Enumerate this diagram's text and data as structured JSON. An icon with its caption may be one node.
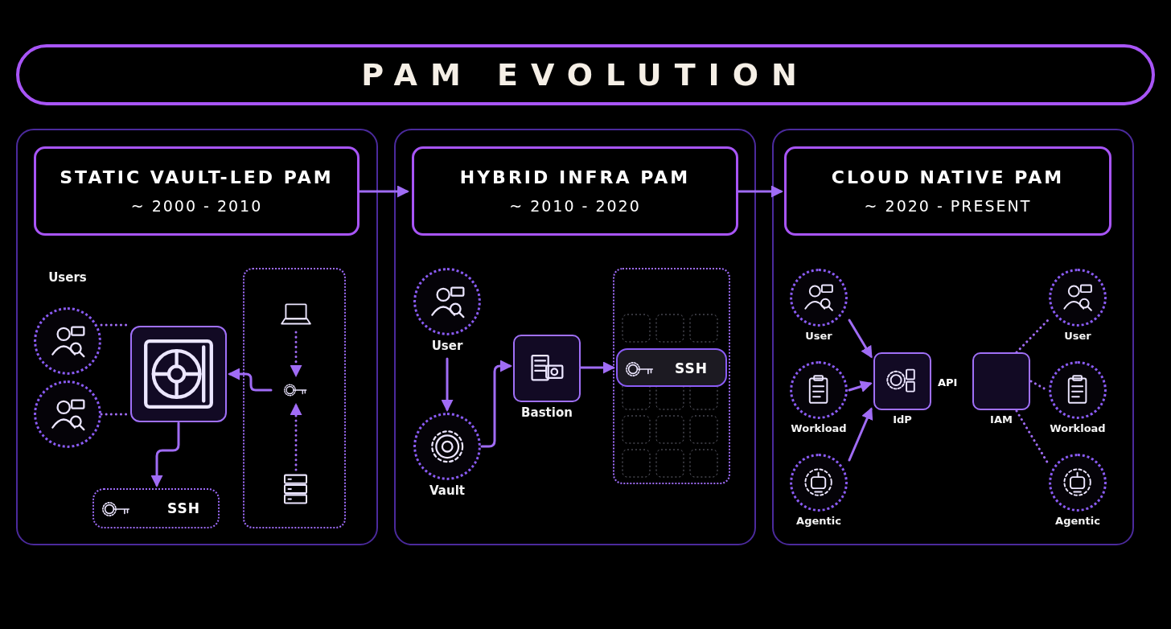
{
  "diagram": {
    "title": "PAM EVOLUTION",
    "nodes": [
      {
        "text": [],
        "shape": "box"
      },
      {
        "text": [
          "STATIC VAULT-LED PAM",
          "~ 2000 - 2010"
        ],
        "in": 0
      },
      {
        "text": [
          "Users"
        ],
        "in": 0
      },
      {
        "text": [],
        "shape": "circle",
        "in": 0
      },
      {
        "text": [],
        "shape": "box",
        "in": 0
      },
      {
        "text": [],
        "shape": "box",
        "in": 0
      },
      {
        "text": [],
        "shape": "laptop",
        "in": 5
      },
      {
        "text": [],
        "shape": "key",
        "in": 5
      },
      {
        "text": [],
        "shape": "server",
        "in": 5
      },
      {
        "text": [
          "SSH"
        ],
        "in": 0
      },
      {
        "text": [],
        "shape": "box"
      },
      {
        "text": [
          "HYBRID INFRA PAM",
          "~ 2010 - 2020"
        ],
        "in": 10
      },
      {
        "text": [
          "User"
        ],
        "in": 10
      },
      {
        "text": [
          "Vault"
        ],
        "in": 10
      },
      {
        "text": [
          "Bastion"
        ],
        "in": 10
      },
      {
        "text": [],
        "shape": "box",
        "in": 10
      },
      {
        "text": [
          "SSH"
        ],
        "in": 15
      },
      {
        "text": [],
        "shape": "box"
      },
      {
        "text": [
          "CLOUD NATIVE PAM",
          "~ 2020 - PRESENT"
        ],
        "in": 17
      },
      {
        "text": [
          "User"
        ],
        "in": 17
      },
      {
        "text": [
          "Workload"
        ],
        "in": 17
      },
      {
        "text": [
          "Agentic"
        ],
        "in": 17
      },
      {
        "text": [
          "IdP"
        ],
        "in": 17
      },
      {
        "text": [
          "IAM"
        ],
        "in": 17
      },
      {
        "text": [
          "User"
        ],
        "in": 17
      },
      {
        "text": [
          "Workload"
        ],
        "in": 17
      },
      {
        "text": [
          "Agentic"
        ],
        "in": 17
      }
    ],
    "edges": [
      {
        "from": 1,
        "to": 11,
        "arrow": "to"
      },
      {
        "from": 11,
        "to": 18,
        "arrow": "to"
      },
      {
        "from": 2,
        "to": 4,
        "arrow": "none",
        "style": "dashed"
      },
      {
        "from": 3,
        "to": 4,
        "arrow": "none",
        "style": "dashed"
      },
      {
        "from": 6,
        "to": 7,
        "arrow": "to",
        "style": "dashed"
      },
      {
        "from": 8,
        "to": 7,
        "arrow": "to",
        "style": "dashed"
      },
      {
        "from": 7,
        "to": 4,
        "arrow": "to"
      },
      {
        "from": 4,
        "to": 9,
        "arrow": "to"
      },
      {
        "from": 12,
        "to": 13,
        "arrow": "to"
      },
      {
        "from": 13,
        "to": 14,
        "arrow": "to"
      },
      {
        "from": 14,
        "to": 16,
        "arrow": "to"
      },
      {
        "from": 19,
        "to": 22,
        "arrow": "to"
      },
      {
        "from": 20,
        "to": 22,
        "arrow": "to"
      },
      {
        "from": 21,
        "to": 22,
        "arrow": "to"
      },
      {
        "from": 23,
        "to": 24,
        "arrow": "none",
        "style": "dashed"
      },
      {
        "from": 23,
        "to": 25,
        "arrow": "none",
        "style": "dashed"
      },
      {
        "from": 23,
        "to": 26,
        "arrow": "none",
        "style": "dashed"
      }
    ],
    "labels": [
      "API"
    ]
  }
}
